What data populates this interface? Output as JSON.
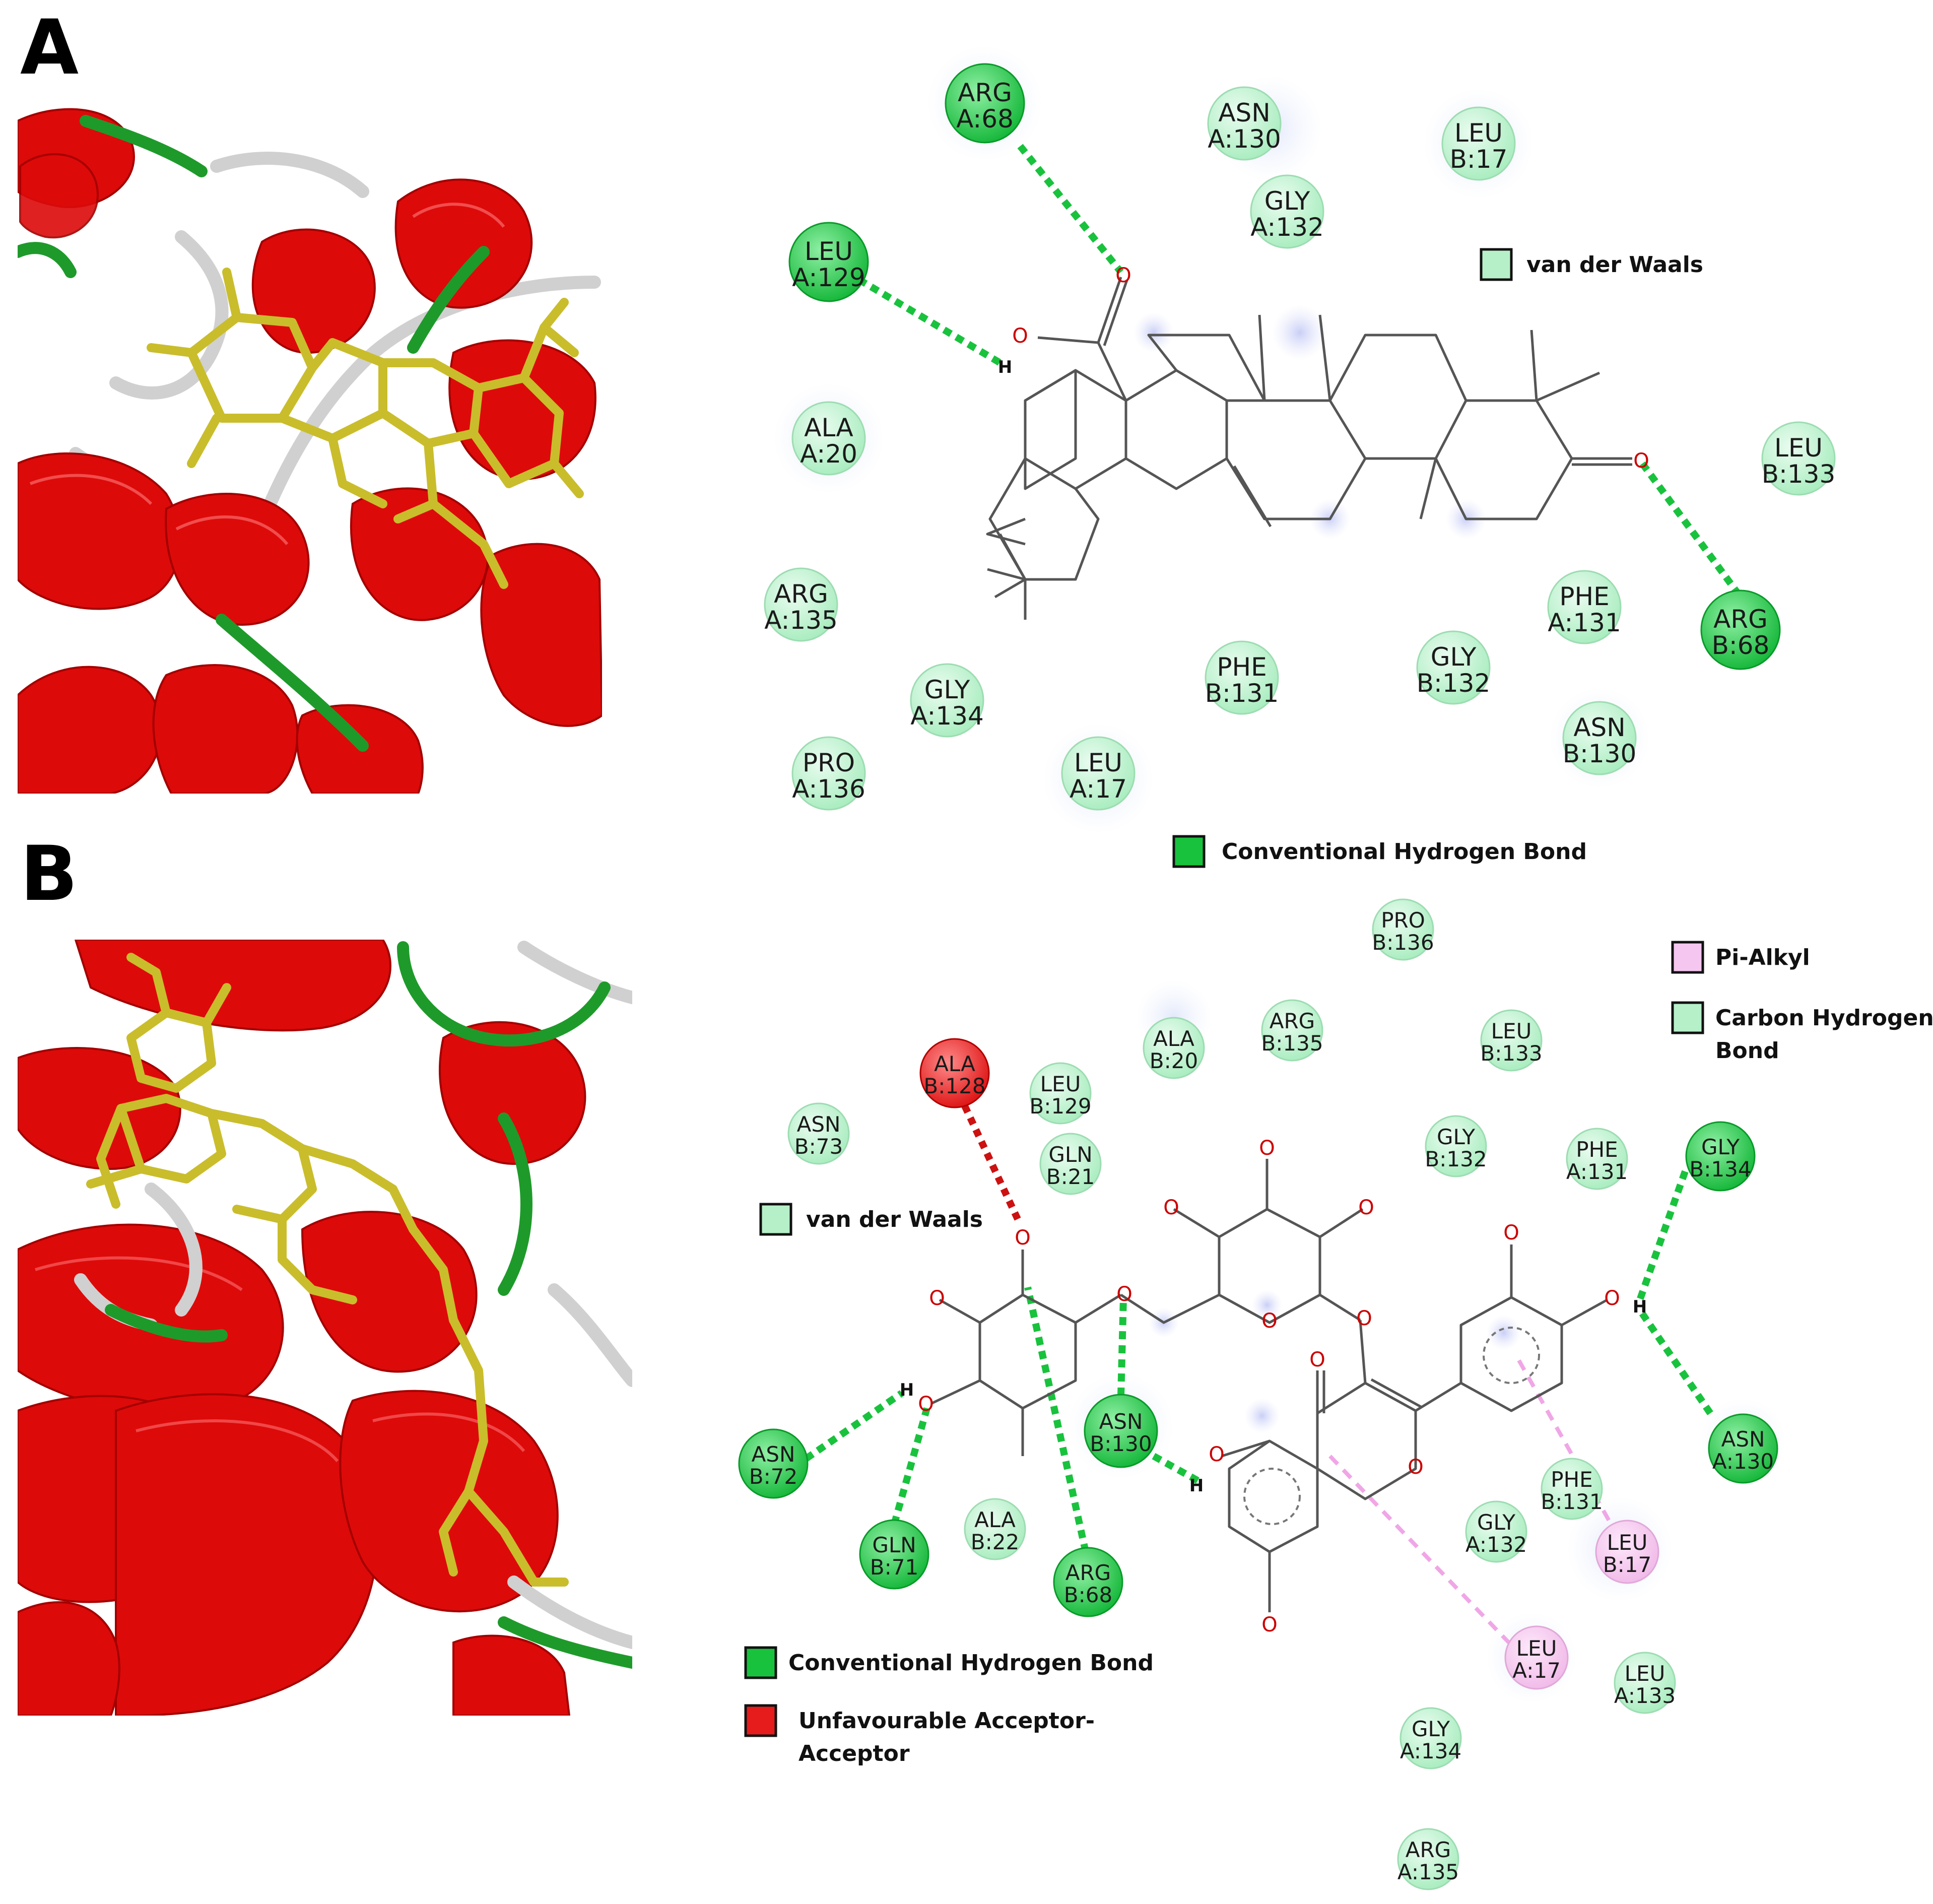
{
  "panels": [
    {
      "letter": "A",
      "legend": {
        "vdw": "van der Waals",
        "hbond": "Conventional Hydrogen Bond"
      },
      "residues": [
        {
          "line1": "ARG",
          "line2": "A:68",
          "type": "hbond"
        },
        {
          "line1": "ASN",
          "line2": "A:130",
          "type": "vdw"
        },
        {
          "line1": "LEU",
          "line2": "B:17",
          "type": "vdw"
        },
        {
          "line1": "GLY",
          "line2": "A:132",
          "type": "vdw"
        },
        {
          "line1": "LEU",
          "line2": "A:129",
          "type": "hbond"
        },
        {
          "line1": "ALA",
          "line2": "A:20",
          "type": "vdw"
        },
        {
          "line1": "LEU",
          "line2": "B:133",
          "type": "vdw"
        },
        {
          "line1": "ARG",
          "line2": "A:135",
          "type": "vdw"
        },
        {
          "line1": "PHE",
          "line2": "A:131",
          "type": "vdw"
        },
        {
          "line1": "ARG",
          "line2": "B:68",
          "type": "hbond"
        },
        {
          "line1": "GLY",
          "line2": "B:132",
          "type": "vdw"
        },
        {
          "line1": "PHE",
          "line2": "B:131",
          "type": "vdw"
        },
        {
          "line1": "GLY",
          "line2": "A:134",
          "type": "vdw"
        },
        {
          "line1": "PRO",
          "line2": "A:136",
          "type": "vdw"
        },
        {
          "line1": "LEU",
          "line2": "A:17",
          "type": "vdw"
        },
        {
          "line1": "ASN",
          "line2": "B:130",
          "type": "vdw"
        }
      ],
      "atoms": {
        "o": "O",
        "h": "H"
      }
    },
    {
      "letter": "B",
      "legend": {
        "pialkyl": "Pi-Alkyl",
        "chbond": "Carbon Hydrogen Bond",
        "vdw": "van der Waals",
        "hbond": "Conventional Hydrogen Bond",
        "unfav": "Unfavourable Acceptor-Acceptor"
      },
      "residues": [
        {
          "line1": "PRO",
          "line2": "B:136",
          "type": "vdw"
        },
        {
          "line1": "ALA",
          "line2": "B:20",
          "type": "vdw"
        },
        {
          "line1": "ARG",
          "line2": "B:135",
          "type": "vdw"
        },
        {
          "line1": "LEU",
          "line2": "B:133",
          "type": "vdw"
        },
        {
          "line1": "ALA",
          "line2": "B:128",
          "type": "unfav"
        },
        {
          "line1": "LEU",
          "line2": "B:129",
          "type": "vdw"
        },
        {
          "line1": "ASN",
          "line2": "B:73",
          "type": "vdw"
        },
        {
          "line1": "GLN",
          "line2": "B:21",
          "type": "vdw"
        },
        {
          "line1": "GLY",
          "line2": "B:132",
          "type": "vdw"
        },
        {
          "line1": "PHE",
          "line2": "A:131",
          "type": "vdw"
        },
        {
          "line1": "GLY",
          "line2": "B:134",
          "type": "hbond"
        },
        {
          "line1": "ASN",
          "line2": "B:130",
          "type": "hbond"
        },
        {
          "line1": "ASN",
          "line2": "B:72",
          "type": "hbond"
        },
        {
          "line1": "GLN",
          "line2": "B:71",
          "type": "hbond"
        },
        {
          "line1": "ALA",
          "line2": "B:22",
          "type": "vdw"
        },
        {
          "line1": "ARG",
          "line2": "B:68",
          "type": "hbond"
        },
        {
          "line1": "PHE",
          "line2": "B:131",
          "type": "vdw"
        },
        {
          "line1": "GLY",
          "line2": "A:132",
          "type": "vdw"
        },
        {
          "line1": "LEU",
          "line2": "B:17",
          "type": "pialkyl"
        },
        {
          "line1": "ASN",
          "line2": "A:130",
          "type": "hbond"
        },
        {
          "line1": "LEU",
          "line2": "A:17",
          "type": "pialkyl"
        },
        {
          "line1": "LEU",
          "line2": "A:133",
          "type": "vdw"
        },
        {
          "line1": "GLY",
          "line2": "A:134",
          "type": "vdw"
        },
        {
          "line1": "ARG",
          "line2": "A:135",
          "type": "vdw"
        }
      ],
      "atoms": {
        "o": "O",
        "h": "H"
      }
    }
  ],
  "colors": {
    "hbond_fill": "#19c23d",
    "hbond_fill_light": "#5ee07a",
    "vdw_fill": "#b6f0c8",
    "vdw_fill_light": "#d9f8e3",
    "pialkyl_fill": "#f5c6ef",
    "unfav_fill": "#e61c1c",
    "hbond_line": "#19c23d",
    "unfav_line": "#cc1111",
    "pialkyl_line": "#f0a6e6",
    "helix": "#dd0a0a",
    "coil": "#d0d0d0",
    "turn": "#1e9a2a",
    "ligand": "#c9bd2c"
  }
}
